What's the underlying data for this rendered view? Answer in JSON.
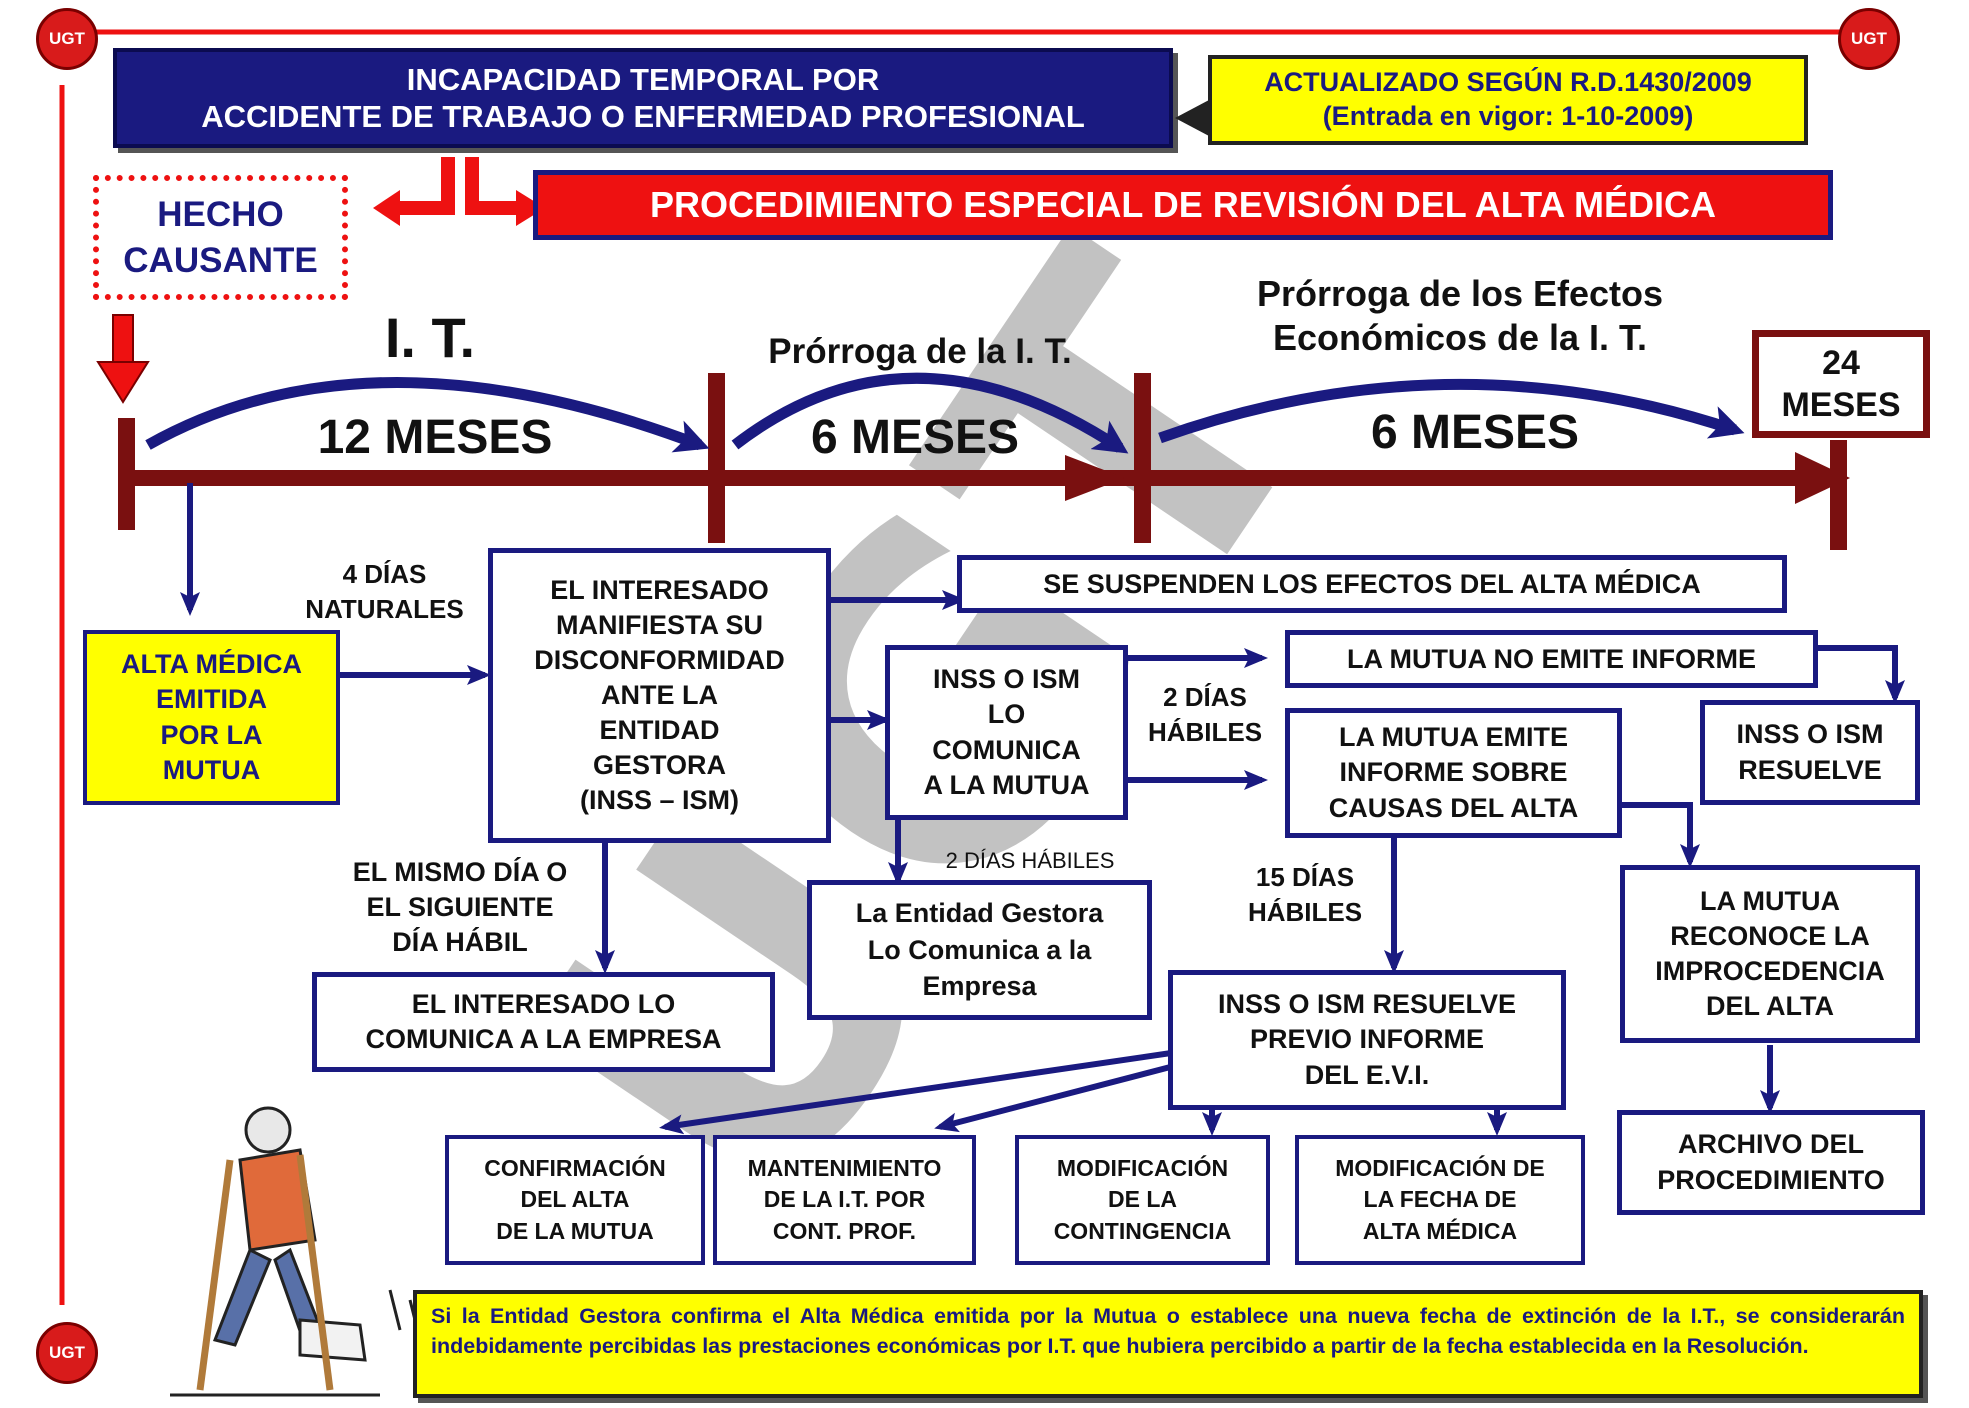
{
  "header": {
    "title": "INCAPACIDAD TEMPORAL POR\nACCIDENTE DE TRABAJO O ENFERMEDAD PROFESIONAL",
    "update_note": "ACTUALIZADO  SEGÚN R.D.1430/2009\n(Entrada en vigor: 1-10-2009)",
    "procedure_title": "PROCEDIMIENTO ESPECIAL DE REVISIÓN DEL ALTA MÉDICA",
    "hecho_causante": "HECHO\nCAUSANTE"
  },
  "logo": {
    "text": "UGT"
  },
  "watermark": "UGT",
  "timeline": {
    "it_label": "I. T.",
    "prorroga_label": "Prórroga de la I. T.",
    "prorroga_efectos_label": "Prórroga de los Efectos\nEconómicos de la I. T.",
    "period1": "12 MESES",
    "period2": "6 MESES",
    "period3": "6 MESES",
    "end_box": "24\nMESES"
  },
  "flow": {
    "alta_medica": "ALTA MÉDICA\nEMITIDA\nPOR LA\nMUTUA",
    "dias_naturales": "4 DÍAS\nNATURALES",
    "interesado": "EL INTERESADO\nMANIFIESTA SU\nDISCONFORMIDAD\nANTE LA\nENTIDAD\nGESTORA\n(INSS – ISM)",
    "mismo_dia": "EL MISMO DÍA O\nEL SIGUIENTE\nDÍA HÁBIL",
    "interesado_empresa": "EL INTERESADO LO\nCOMUNICA A LA EMPRESA",
    "suspenden": "SE SUSPENDEN LOS EFECTOS DEL ALTA MÉDICA",
    "inss_comunica": "INSS O ISM\nLO\nCOMUNICA\nA LA MUTUA",
    "dos_dias_habiles": "2 DÍAS\nHÁBILES",
    "dos_dias_habiles_small": "2 DÍAS HÁBILES",
    "entidad_gestora_empresa": "La Entidad Gestora\nLo Comunica a la\nEmpresa",
    "mutua_no_emite": "LA MUTUA NO EMITE INFORME",
    "mutua_emite": "LA MUTUA EMITE\nINFORME SOBRE\nCAUSAS DEL ALTA",
    "inss_resuelve": "INSS O ISM\nRESUELVE",
    "quince_dias": "15 DÍAS\nHÁBILES",
    "inss_resuelve_evi": "INSS O ISM RESUELVE\nPREVIO INFORME\nDEL E.V.I.",
    "mutua_reconoce": "LA MUTUA\nRECONOCE LA\nIMPROCEDENCIA\nDEL ALTA",
    "archivo": "ARCHIVO DEL\nPROCEDIMIENTO",
    "outcomes": [
      "CONFIRMACIÓN\nDEL ALTA\nDE LA MUTUA",
      "MANTENIMIENTO\nDE LA I.T. POR\nCONT. PROF.",
      "MODIFICACIÓN\nDE LA\nCONTINGENCIA",
      "MODIFICACIÓN DE\nLA FECHA DE\nALTA MÉDICA"
    ]
  },
  "footer_note": "Si la Entidad Gestora confirma el Alta Médica emitida por la Mutua o establece una nueva fecha de extinción de la I.T., se considerarán indebidamente percibidas las prestaciones económicas por I.T. que hubiera percibido a partir de la fecha establecida en la Resolución.",
  "colors": {
    "navy": "#1a1a80",
    "maroon": "#7a1010",
    "red": "#ee1111",
    "yellow": "#ffff00",
    "watermark": "#b8b8b8"
  }
}
